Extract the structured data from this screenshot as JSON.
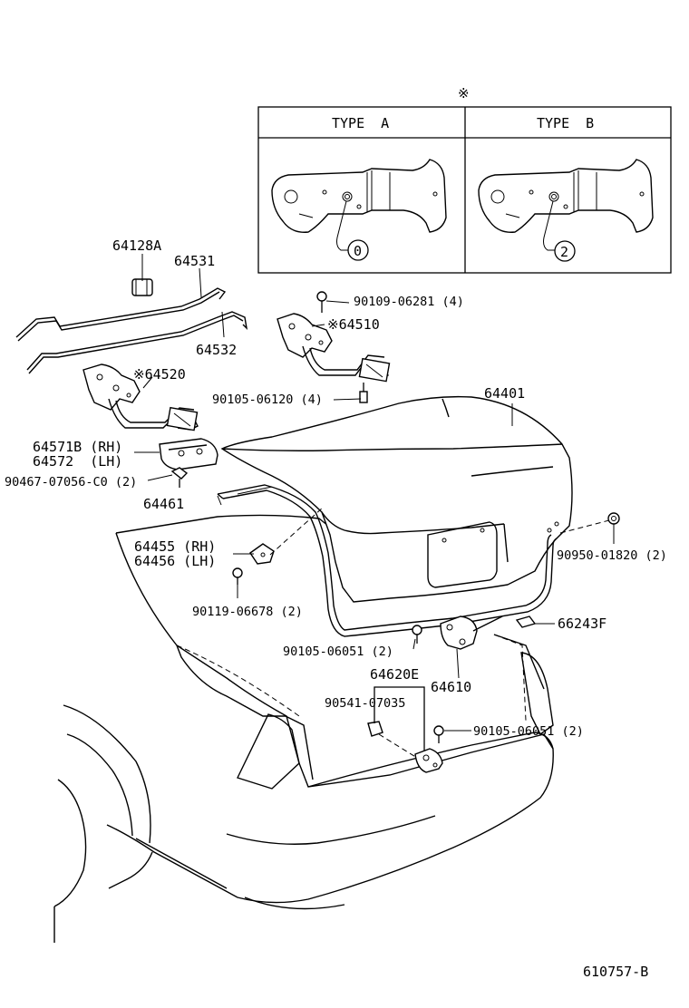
{
  "inset": {
    "note_symbol": "※",
    "type_a": {
      "header": "TYPE  A",
      "marker": "0"
    },
    "type_b": {
      "header": "TYPE  B",
      "marker": "2"
    }
  },
  "labels": {
    "p64128A": "64128A",
    "p64531": "64531",
    "p64532": "64532",
    "p64510": "※64510",
    "p64520": "※64520",
    "p90109": "90109-06281 (4)",
    "p90105_4": "90105-06120 (4)",
    "p64401": "64401",
    "p64571B": "64571B (RH)",
    "p64572": "64572  (LH)",
    "p90467": "90467-07056-C0 (2)",
    "p64461": "64461",
    "p64455": "64455 (RH)",
    "p64456": "64456 (LH)",
    "p90950": "90950-01820 (2)",
    "p90119": "90119-06678 (2)",
    "p66243F": "66243F",
    "p90105_2a": "90105-06051 (2)",
    "p64620E": "64620E",
    "p64610": "64610",
    "p90541": "90541-07035",
    "p90105_2b": "90105-06051 (2)"
  },
  "footer": {
    "code": "610757-B"
  }
}
